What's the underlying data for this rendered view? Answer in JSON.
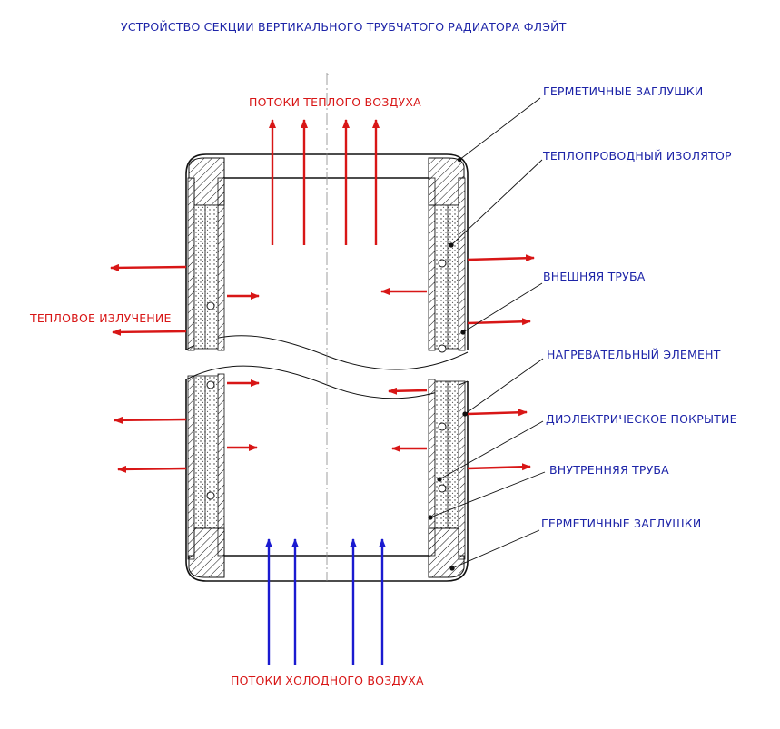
{
  "title": "УСТРОЙСТВО СЕКЦИИ ВЕРТИКАЛЬНОГО ТРУБЧАТОГО РАДИАТОРА ФЛЭЙТ",
  "labels": {
    "warm_air": "ПОТОКИ ТЕПЛОГО ВОЗДУХА",
    "cold_air": "ПОТОКИ ХОЛОДНОГО ВОЗДУХА",
    "radiation": "ТЕПЛОВОЕ ИЗЛУЧЕНИЕ"
  },
  "callouts": {
    "seals_top": "ГЕРМЕТИЧНЫЕ ЗАГЛУШКИ",
    "insulator": "ТЕПЛОПРОВОДНЫЙ ИЗОЛЯТОР",
    "outer_tube": "ВНЕШНЯЯ ТРУБА",
    "heating_element": "НАГРЕВАТЕЛЬНЫЙ ЭЛЕМЕНТ",
    "dielectric": "ДИЭЛЕКТРИЧЕСКОЕ ПОКРЫТИЕ",
    "inner_tube": "ВНУТРЕННЯЯ ТРУБА",
    "seals_bottom": "ГЕРМЕТИЧНЫЕ ЗАГЛУШКИ"
  },
  "colors": {
    "label_blue": "#1d24a8",
    "warm_red": "#d81616",
    "cold_blue": "#1a1ad0",
    "line": "#111111"
  }
}
